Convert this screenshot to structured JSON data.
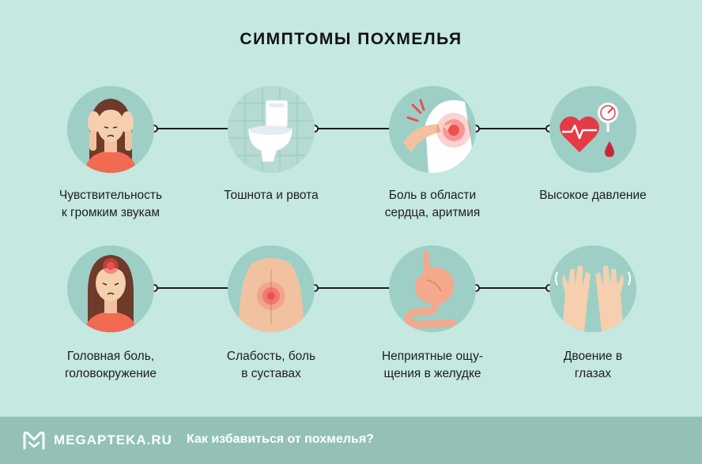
{
  "title": "СИМПТОМЫ ПОХМЕЛЬЯ",
  "symptoms_row1": [
    {
      "icon": "headache-hands-woman-icon",
      "lines": [
        "Чувствительность",
        "к громким звукам"
      ]
    },
    {
      "icon": "toilet-icon",
      "lines": [
        "Тошнота и рвота"
      ]
    },
    {
      "icon": "heart-pain-chest-icon",
      "lines": [
        "Боль в области",
        "сердца, аритмия"
      ]
    },
    {
      "icon": "heart-pressure-gauge-icon",
      "lines": [
        "Высокое давление"
      ]
    }
  ],
  "symptoms_row2": [
    {
      "icon": "dizzy-woman-icon",
      "lines": [
        "Головная боль,",
        "головокружение"
      ]
    },
    {
      "icon": "back-pain-icon",
      "lines": [
        "Слабость, боль",
        "в суставах"
      ]
    },
    {
      "icon": "stomach-icon",
      "lines": [
        "Неприятные ощу-",
        "щения в желудке"
      ]
    },
    {
      "icon": "trembling-hands-icon",
      "lines": [
        "Двоение в",
        "глазах"
      ]
    }
  ],
  "footer": {
    "brand": "MEGAPTEKA.RU",
    "link": "Как избавиться от похмелья?",
    "logo_icon": "megapteka-logo-icon"
  },
  "colors": {
    "background": "#c5e8e0",
    "circle": "#9ecfc6",
    "footer": "#93c1b8",
    "accent_pain": "#ef4e4e"
  }
}
